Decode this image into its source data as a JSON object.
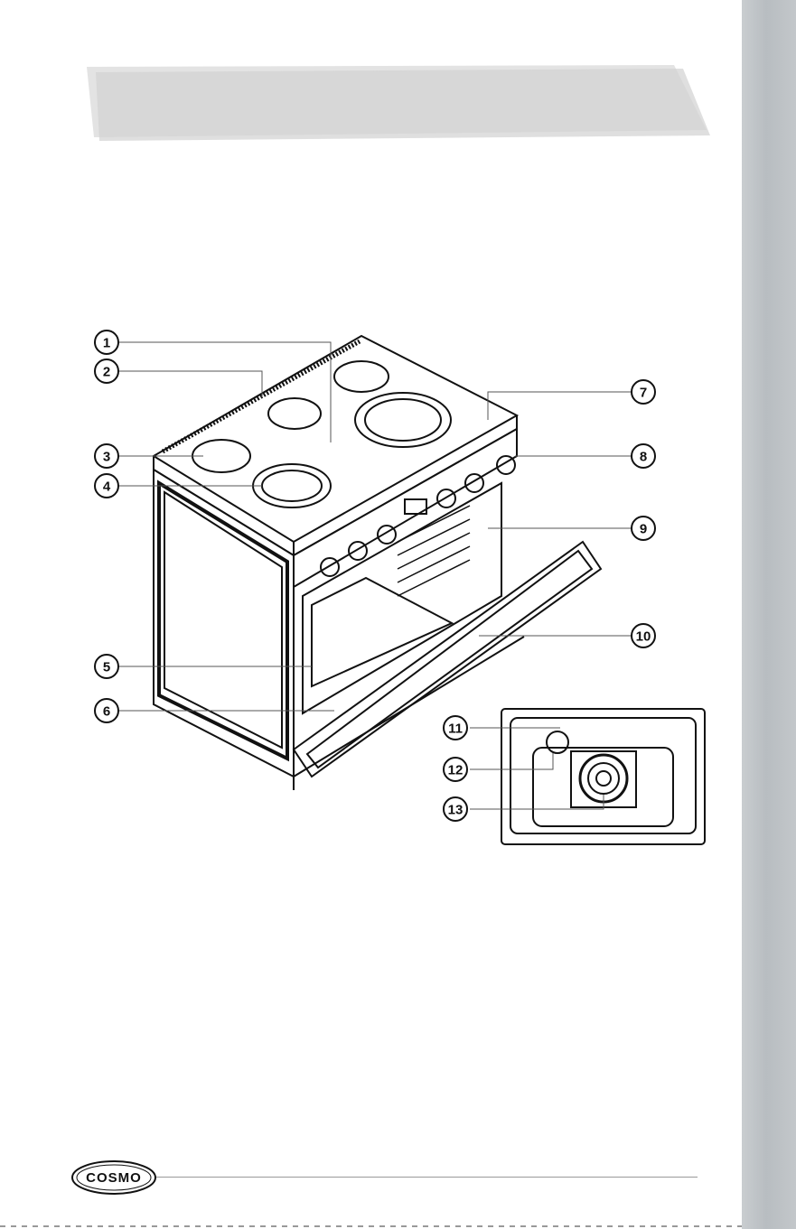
{
  "callouts": [
    {
      "num": "1"
    },
    {
      "num": "2"
    },
    {
      "num": "3"
    },
    {
      "num": "4"
    },
    {
      "num": "5"
    },
    {
      "num": "6"
    },
    {
      "num": "7"
    },
    {
      "num": "8"
    },
    {
      "num": "9"
    },
    {
      "num": "10"
    },
    {
      "num": "11"
    },
    {
      "num": "12"
    },
    {
      "num": "13"
    }
  ],
  "footer": {
    "logo_text": "COSMO"
  },
  "colors": {
    "banner": "#d6d6d6",
    "side_tab": "#c3c7ca",
    "line": "#555555",
    "outline": "#111111"
  }
}
